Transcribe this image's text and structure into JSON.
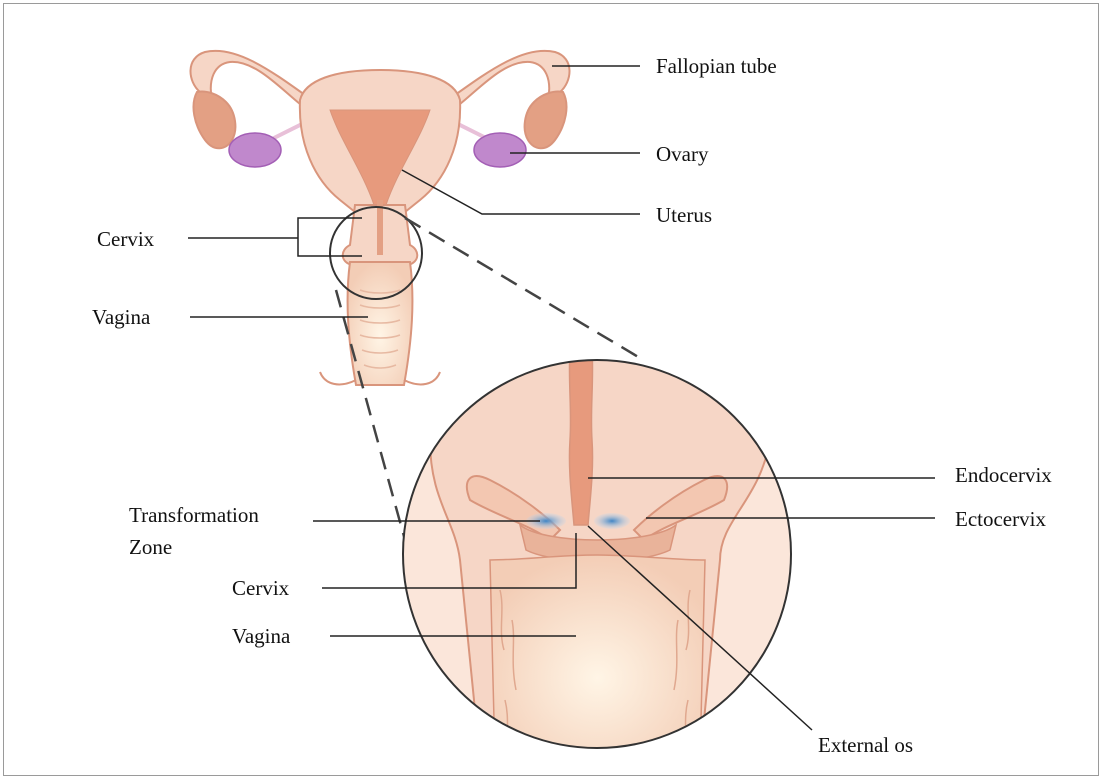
{
  "figure": {
    "colors": {
      "tissue": "#f6d6c6",
      "tissue_edge": "#d9957c",
      "tissue_dark": "#e3a084",
      "lumen": "#e79a7d",
      "ovary": "#c088cc",
      "ovary_edge": "#a35fb5",
      "vagina_light": "#fbeede",
      "transformation_zone": "#5a98cf",
      "leader_line": "#222222"
    },
    "overview_labels": {
      "fallopian_tube": "Fallopian tube",
      "ovary": "Ovary",
      "uterus": "Uterus",
      "cervix": "Cervix",
      "vagina": "Vagina"
    },
    "detail_labels": {
      "endocervix": "Endocervix",
      "ectocervix": "Ectocervix",
      "transformation_zone_line1": "Transformation",
      "transformation_zone_line2": "Zone",
      "cervix": "Cervix",
      "vagina": "Vagina",
      "external_os": "External os"
    }
  }
}
